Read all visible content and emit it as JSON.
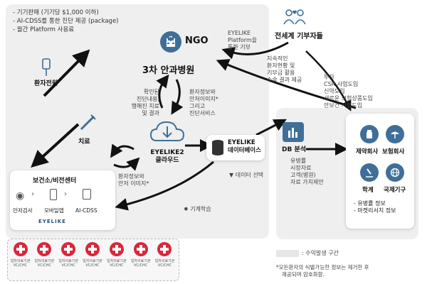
{
  "notes": [
    "- 기기판매 (기기당 $1,000 이하)",
    "- AI-CDSS를 통한 진단 제공 (package)",
    "- 월간 Platform 사용료"
  ],
  "donors": {
    "title": "전세계 기부자들"
  },
  "ngo": {
    "title": "NGO"
  },
  "eyelike_platform": {
    "lines": [
      "EYELIKE",
      "Platform을",
      "통한 기부"
    ]
  },
  "hospital": {
    "title": "3차 안과병원"
  },
  "transfer": {
    "title": "환자전원"
  },
  "treatment": {
    "title": "치료"
  },
  "confirm_text": {
    "lines": [
      "확인된",
      "진단내용,",
      "행해진 치료",
      "및 결과"
    ]
  },
  "patient_info_text": {
    "lines": [
      "환자정보와",
      "안저이미지*",
      "그리고",
      "진단서비스"
    ]
  },
  "cloud": {
    "lines": [
      "EYELIKE2",
      "클라우드"
    ]
  },
  "database": {
    "lines": [
      "EYELIKE",
      "데이터베이스"
    ]
  },
  "data_select": {
    "label": "데이터 선택"
  },
  "analysis": {
    "title": "DB 분석"
  },
  "donor_funds": {
    "lines": [
      "지속적인",
      "환자현황 및",
      "기부금 활용",
      "수술 결과 제공"
    ]
  },
  "investment": {
    "lines": [
      "투자",
      "CSR 사업도입",
      "신약도입",
      "새로운 보험상품도입",
      "안보건 사업도입"
    ]
  },
  "value_text": {
    "lines": [
      "유병률",
      "시장자료",
      "고객(병원)",
      "자료 가치제안"
    ]
  },
  "machine_learning": {
    "label": "기계학습"
  },
  "health_center": {
    "title": "보건소/비전센터",
    "steps": [
      "안저검사",
      "모바일앱",
      "AI-CDSS"
    ],
    "brand": "EYELIKE"
  },
  "patient_info2": {
    "lines": [
      "환자정보와",
      "안저 이미지*"
    ]
  },
  "clinics": [
    {
      "name": "일차의료기관",
      "sub": "VC/CHC"
    },
    {
      "name": "일차의료기관",
      "sub": "VC/CHC"
    },
    {
      "name": "일차의료기관",
      "sub": "VC/CHC"
    },
    {
      "name": "일차의료기관",
      "sub": "VC/CHC"
    },
    {
      "name": "일차의료기관",
      "sub": "VC/CHC"
    },
    {
      "name": "일차의료기관",
      "sub": "VC/CHC"
    },
    {
      "name": "일차의료기관",
      "sub": "VC/CHC"
    }
  ],
  "companies": [
    {
      "name": "제약회사"
    },
    {
      "name": "보험회사"
    },
    {
      "name": "학계"
    },
    {
      "name": "국제기구"
    }
  ],
  "company_notes": [
    "- 유병률 정보",
    "- 마켓리서치 정보"
  ],
  "legend": {
    "label": ": 수익발생 구간"
  },
  "footnote": [
    "*모든환자의 식별가능한 정보는 제거한 후",
    "제공되며 암호화함."
  ]
}
